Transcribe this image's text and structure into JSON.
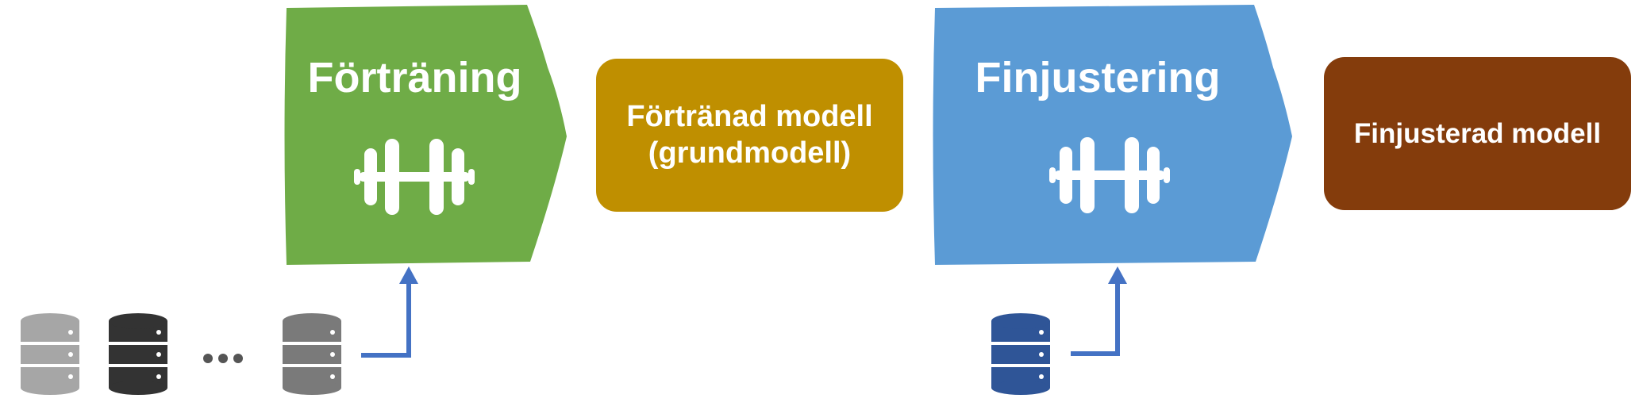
{
  "stages": {
    "pretraining": {
      "label": "Förträning",
      "color": "#6fac47",
      "icon": "dumbbell-icon"
    },
    "pretrained_model": {
      "label_line1": "Förtränad modell",
      "label_line2": "(grundmodell)",
      "color": "#bf8f00"
    },
    "finetuning": {
      "label": "Finjustering",
      "color": "#5b9bd5",
      "icon": "dumbbell-icon"
    },
    "finetuned_model": {
      "label": "Finjusterad modell",
      "color": "#843c0c"
    }
  },
  "datasets": {
    "pretraining": {
      "colors": [
        "#a6a6a6",
        "#333333",
        "#7a7a7a"
      ],
      "ellipsis": "..."
    },
    "finetuning": {
      "colors": [
        "#2f5597"
      ]
    }
  },
  "arrow_color": "#4472c4"
}
